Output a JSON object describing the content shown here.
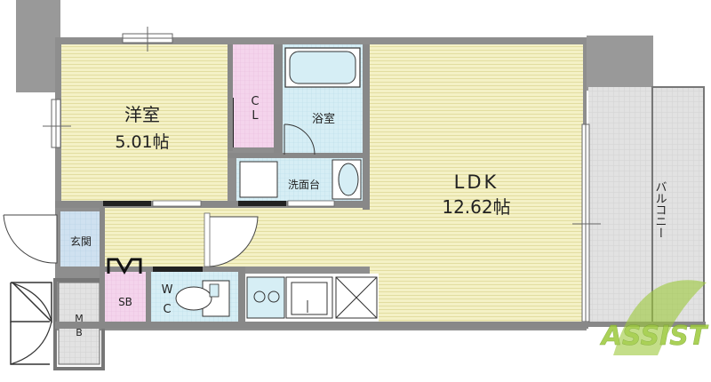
{
  "rooms": {
    "western_room": {
      "name": "洋室",
      "size": "5.01帖"
    },
    "closet": {
      "name": "C\nL",
      "name_top": "C",
      "name_bottom": "L"
    },
    "bath": {
      "name": "浴室"
    },
    "washroom": {
      "name": "洗面台"
    },
    "ldk": {
      "name": "LDK",
      "size": "12.62帖"
    },
    "balcony": {
      "name": "バルコニー"
    },
    "entrance": {
      "name": "玄関"
    },
    "shoe_box": {
      "name": "SB"
    },
    "toilet": {
      "name_top": "W",
      "name_bottom": "C"
    },
    "meter_box": {
      "name_top": "M",
      "name_bottom": "B"
    }
  },
  "watermark": {
    "text": "ASSIST"
  },
  "colors": {
    "wall": "#8a8a8a",
    "wall_dark": "#5a5a5a",
    "floor_yellow": "#f3f0c4",
    "floor_line": "#e6e2a6",
    "closet_pink": "#f4d4ec",
    "bath_blue": "#d8f0f6",
    "tile_blue": "#cfe3f0",
    "balcony_gray": "#dcdcdc",
    "logo_green": "#9cc93a"
  }
}
